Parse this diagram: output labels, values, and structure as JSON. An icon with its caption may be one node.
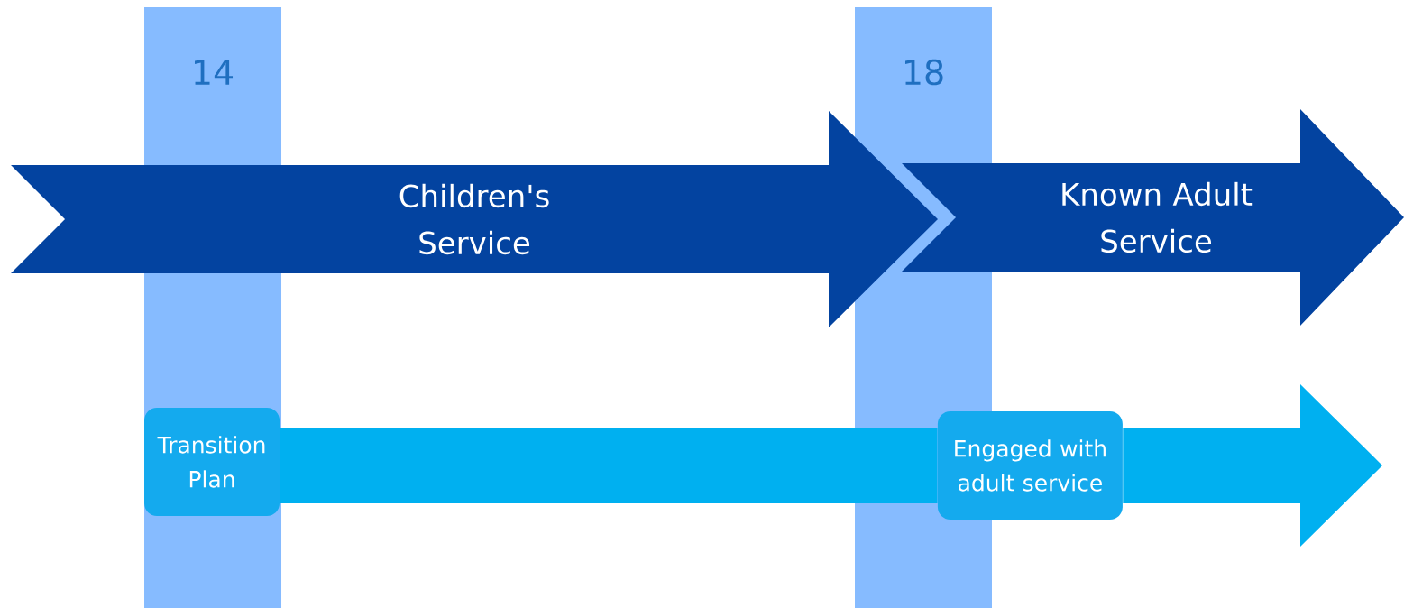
{
  "diagram": {
    "nodes": [
      {
        "text": [
          "14"
        ]
      },
      {
        "text": [
          "18"
        ]
      },
      {
        "text": [
          "Children's Service"
        ]
      },
      {
        "text": [
          "Known Adult Service"
        ]
      },
      {
        "text": [
          "Transition Plan"
        ]
      },
      {
        "text": [
          "Engaged with adult service"
        ]
      }
    ],
    "edges": [
      {
        "from": 4,
        "to": 5,
        "arrow": "none",
        "style": "thick"
      },
      {
        "from": 5,
        "to": null,
        "arrow": "to",
        "style": "thick"
      }
    ]
  }
}
